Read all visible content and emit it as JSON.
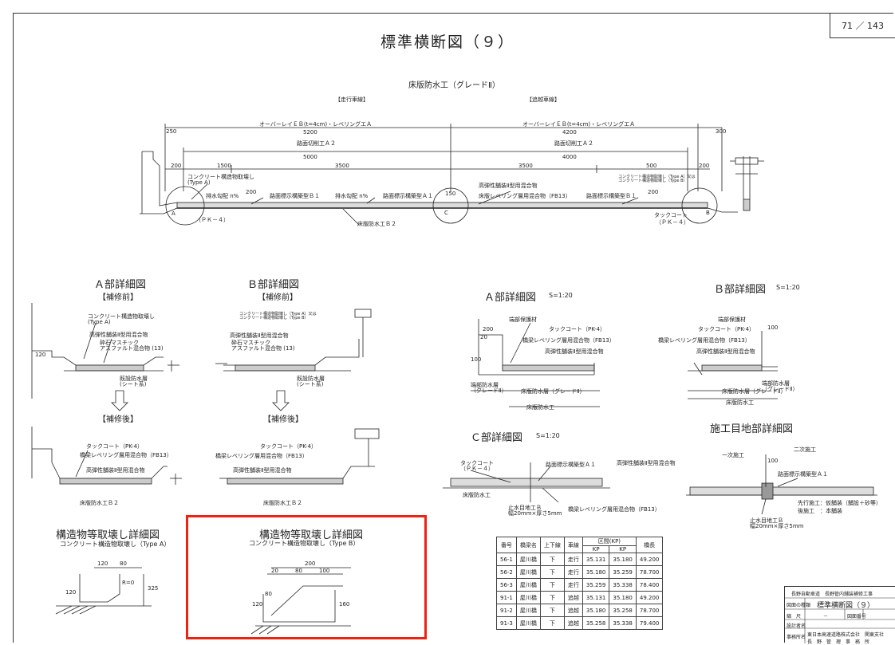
{
  "page_counter": "71 ／ 143",
  "title": "標準横断図（９）",
  "main_section": {
    "title": "床版防水工（グレードⅡ）",
    "lane_left": "【走行車線】",
    "lane_right": "【追越車線】",
    "overlay_left": "オーバーレイＥＢ(t=4cm)・レベリングエＡ",
    "overlay_right": "オーバーレイＥＢ(t=4cm)・レベリングエＡ",
    "cutting_left": "路面切削工Ａ２",
    "cutting_right": "路面切削工Ａ２",
    "dims": {
      "d250": "250",
      "d5200": "5200",
      "d5000": "5000",
      "d200a": "200",
      "d1500": "1500",
      "d3500a": "3500",
      "d3500b": "3500",
      "d4200": "4200",
      "d4000": "4000",
      "d500": "500",
      "d200b": "200",
      "d300": "300",
      "d200c": "200",
      "d150": "150",
      "d200d": "200"
    },
    "labels": {
      "concrete_left": "コンクリート構造物取壊し\n(Type A)",
      "slope_left": "排水勾配 n%",
      "marking_b1_left": "路面標示構築型Ｂ１",
      "slope_mid": "排水勾配 n%",
      "marking_a1": "路面標示構築型Ａ１",
      "high_viscosity": "高弾性舗装Ⅱ型用混合物",
      "leveling_fb13": "床版レベリング層用混合物（FB13）",
      "marking_b1_right": "路面標示構築型Ｂ１",
      "concrete_right": "コンクリート構造物取壊し（Type A）又は\nコンクリート構造物取壊し（Type B）",
      "tack_coat": "タックコート",
      "pk4_left": "（ＰＫ－４）",
      "pk4_right": "（ＰＫ－４）",
      "floor_waterproof": "床版防水工Ｂ２",
      "mark_a": "A",
      "mark_b": "B",
      "mark_c": "C"
    }
  },
  "detail_a_before": {
    "title": "Ａ部詳細図",
    "subtitle": "【補修前】",
    "l1": "コンクリート構造物取壊し\n(Type A)",
    "l2": "高弾性舗装Ⅱ型用混合物",
    "l3": "砕石マスチック\nアスファルト混合物 (13)",
    "l4": "既設防水層\n(シート系)",
    "dim": "120"
  },
  "detail_b_before": {
    "title": "Ｂ部詳細図",
    "subtitle": "【補修前】",
    "l1": "コンクリート構造物取壊し（Type A）又は\nコンクリート構造物取壊し（Type B）",
    "l2": "高弾性舗装Ⅱ型用混合物",
    "l3": "砕石マスチック\nアスファルト混合物 (13)",
    "l4": "既設防水層\n(シート系)"
  },
  "after_label_a": "【補修後】",
  "after_label_b": "【補修後】",
  "detail_a_after": {
    "l1": "タックコート（PK-4）",
    "l2": "橋梁レベリング層用混合物（FB13）",
    "l3": "高弾性舗装Ⅱ型用混合物",
    "l4": "床版防水工Ｂ２"
  },
  "detail_b_after": {
    "l1": "タックコート（PK-4）",
    "l2": "橋梁レベリング層用混合物（FB13）",
    "l3": "高弾性舗装Ⅱ型用混合物",
    "l4": "床版防水工Ｂ２"
  },
  "struct_a": {
    "title": "構造物等取壊し詳細図",
    "subtitle": "コンクリート構造物取壊し（Type A）",
    "d120": "120",
    "d80": "80",
    "d120v": "120",
    "d325": "325",
    "r": "R=0"
  },
  "struct_b": {
    "title": "構造物等取壊し詳細図",
    "subtitle": "コンクリート構造物取壊し（Type B）",
    "d200": "200",
    "d20": "20",
    "d80": "80",
    "d100": "100",
    "d120": "120",
    "d80v": "80",
    "d160": "160"
  },
  "detail_a_scale": {
    "title": "Ａ部詳細図",
    "scale": "S=1:20",
    "l1": "端部保護材",
    "l2": "タックコート（PK-4）",
    "l3": "橋梁レベリング層用混合物（FB13）",
    "l4": "高弾性舗装Ⅱ型用混合物",
    "l5": "端部防水層\n（グレードⅡ）",
    "l6": "床版防水層（グレードⅡ）",
    "l7": "床版防水工",
    "d100": "100",
    "d200": "200",
    "d20": "20"
  },
  "detail_b_scale": {
    "title": "Ｂ部詳細図",
    "scale": "S=1:20",
    "l1": "端部保護材",
    "l2": "タックコート（PK-4）",
    "l3": "橋梁レベリング層用混合物（FB13）",
    "l4": "高弾性舗装Ⅱ型用混合物",
    "l5": "端部防水層\n（グレードⅡ）",
    "l6": "床版防水層（グレードⅡ）",
    "l7": "床版防水工",
    "d100": "100"
  },
  "detail_c_scale": {
    "title": "Ｃ部詳細図",
    "scale": "S=1:20",
    "l1": "タックコート\n（ＰＫ－４）",
    "l2": "路面標示構築型Ａ１",
    "l3": "高弾性舗装Ⅱ型用混合物",
    "l4": "床版防水工",
    "l5": "止水目地工Ｂ\n幅20mm×厚さ5mm",
    "l6": "橋梁レベリング層用混合物（FB13）"
  },
  "joint_detail": {
    "title": "施工目地部詳細図",
    "l1": "一次施工",
    "l2": "二次施工",
    "l3": "路面標示構築型Ａ１",
    "l4": "先行施工：仮舗装（舗設＋砂等）",
    "l5": "後施工　：本舗装",
    "l6": "止水目地工Ｂ\n幅20mm×厚さ5mm",
    "d100": "100"
  },
  "kp_table": {
    "headers": [
      "番号",
      "橋梁名",
      "上下線",
      "車線",
      "区間(KP)",
      "橋長"
    ],
    "sub": [
      "KP",
      "KP"
    ],
    "rows": [
      [
        "56-1",
        "屋川橋",
        "下",
        "走行",
        "35.131",
        "35.180",
        "49.200"
      ],
      [
        "56-2",
        "屋川橋",
        "下",
        "走行",
        "35.180",
        "35.259",
        "78.700"
      ],
      [
        "56-3",
        "屋川橋",
        "下",
        "走行",
        "35.259",
        "35.338",
        "78.400"
      ],
      [
        "91-1",
        "屋川橋",
        "下",
        "追越",
        "35.131",
        "35.180",
        "49.200"
      ],
      [
        "91-2",
        "屋川橋",
        "下",
        "追越",
        "35.180",
        "35.258",
        "78.700"
      ],
      [
        "91-3",
        "屋川橋",
        "下",
        "追越",
        "35.258",
        "35.338",
        "79.400"
      ]
    ]
  },
  "title_block": {
    "r1": "長野自動車道　長野管内舗装補修工事",
    "r2a": "図面の種類",
    "r2b": "標準横断図（９）",
    "r3a": "縮　尺",
    "r3b": "－",
    "r3c": "図面番号",
    "r4a": "設計者名",
    "r5a": "事務所名",
    "r5b": "東日本高速道路株式会社　関東支社\n長　野　管　理　事　務　所"
  }
}
